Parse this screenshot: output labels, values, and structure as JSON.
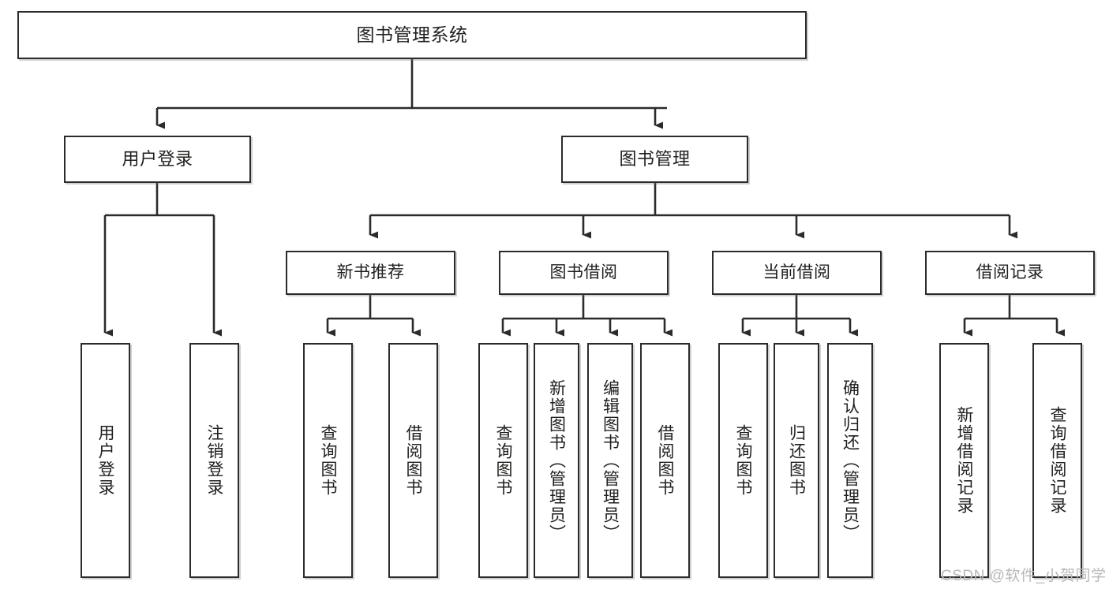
{
  "diagram": {
    "title": "图书管理系统",
    "watermark": "CSDN @软件_小贺同学",
    "colors": {
      "border": "#2b2b2b",
      "background": "#ffffff",
      "text": "#20201f",
      "connector": "#2b2b2b",
      "watermark": "#b9b9b9"
    },
    "root": {
      "label": "图书管理系统"
    },
    "level1": [
      {
        "label": "用户登录"
      },
      {
        "label": "图书管理"
      }
    ],
    "level2": [
      {
        "label": "新书推荐"
      },
      {
        "label": "图书借阅"
      },
      {
        "label": "当前借阅"
      },
      {
        "label": "借阅记录"
      }
    ],
    "leaves": {
      "user_login": [
        {
          "label": "用户登录"
        },
        {
          "label": "注销登录"
        }
      ],
      "new_book": [
        {
          "label": "查询图书"
        },
        {
          "label": "借阅图书"
        }
      ],
      "book_borrow": [
        {
          "label": "查询图书"
        },
        {
          "label": "新增图书（管理员）"
        },
        {
          "label": "编辑图书（管理员）"
        },
        {
          "label": "借阅图书"
        }
      ],
      "current_borrow": [
        {
          "label": "查询图书"
        },
        {
          "label": "归还图书"
        },
        {
          "label": "确认归还（管理员）"
        }
      ],
      "borrow_record": [
        {
          "label": "新增借阅记录"
        },
        {
          "label": "查询借阅记录"
        }
      ]
    }
  }
}
